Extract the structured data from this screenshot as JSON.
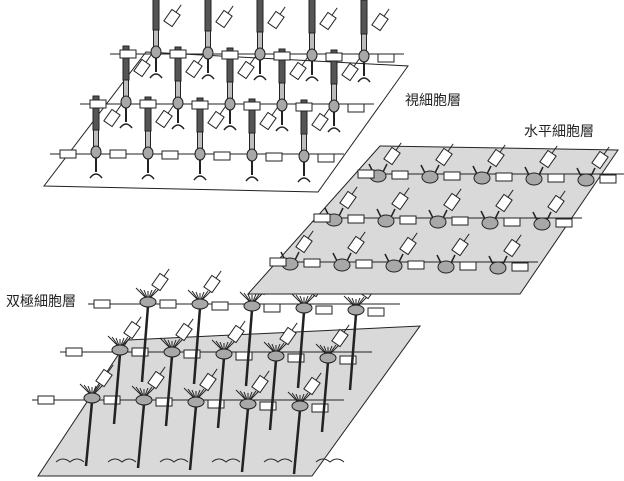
{
  "labels": {
    "photoreceptor": "視細胞層",
    "horizontal": "水平細胞層",
    "bipolar": "双極細胞層"
  },
  "layers": {
    "photoreceptor": {
      "rows": 3,
      "cols": 5
    },
    "horizontal": {
      "rows": 3,
      "cols": 5
    },
    "bipolar": {
      "rows": 3,
      "cols": 5
    }
  },
  "colors": {
    "plane_light": "#ffffff",
    "plane_shaded": "#d9d9d9",
    "cell_body": "#a8a8a8",
    "outline": "#222222",
    "box": "#ffffff"
  }
}
